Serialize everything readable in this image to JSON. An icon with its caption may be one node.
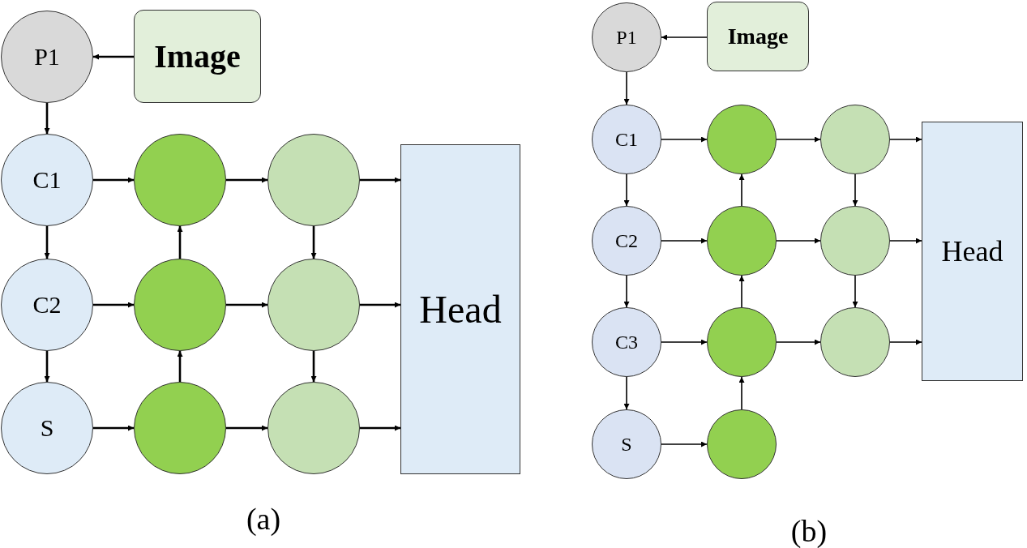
{
  "diagram": {
    "nodes": [
      {
        "text": [
          "P1"
        ]
      },
      {
        "text": [
          "Image"
        ]
      },
      {
        "text": [
          "C1"
        ]
      },
      {
        "text": [],
        "shape": "circle"
      },
      {
        "text": [],
        "shape": "circle"
      },
      {
        "text": [
          "Head"
        ]
      },
      {
        "text": [
          "C2"
        ]
      },
      {
        "text": [],
        "shape": "circle"
      },
      {
        "text": [],
        "shape": "circle"
      },
      {
        "text": [
          "S"
        ]
      },
      {
        "text": [],
        "shape": "circle"
      },
      {
        "text": [],
        "shape": "circle"
      },
      {
        "text": [
          "P1"
        ]
      },
      {
        "text": [
          "Image"
        ]
      },
      {
        "text": [
          "C1"
        ]
      },
      {
        "text": [],
        "shape": "circle"
      },
      {
        "text": [],
        "shape": "circle"
      },
      {
        "text": [
          "Head"
        ]
      },
      {
        "text": [
          "C2"
        ]
      },
      {
        "text": [],
        "shape": "circle"
      },
      {
        "text": [],
        "shape": "circle"
      },
      {
        "text": [
          "C3"
        ]
      },
      {
        "text": [],
        "shape": "circle"
      },
      {
        "text": [],
        "shape": "circle"
      },
      {
        "text": [
          "S"
        ]
      },
      {
        "text": [],
        "shape": "circle"
      }
    ],
    "edges": [
      {
        "from": 1,
        "to": 0,
        "arrow": "to"
      },
      {
        "from": 0,
        "to": 2,
        "arrow": "to"
      },
      {
        "from": 2,
        "to": 6,
        "arrow": "to"
      },
      {
        "from": 6,
        "to": 9,
        "arrow": "to"
      },
      {
        "from": 2,
        "to": 3,
        "arrow": "to"
      },
      {
        "from": 6,
        "to": 7,
        "arrow": "to"
      },
      {
        "from": 9,
        "to": 10,
        "arrow": "to"
      },
      {
        "from": 10,
        "to": 7,
        "arrow": "to"
      },
      {
        "from": 7,
        "to": 3,
        "arrow": "to"
      },
      {
        "from": 3,
        "to": 4,
        "arrow": "to"
      },
      {
        "from": 7,
        "to": 8,
        "arrow": "to"
      },
      {
        "from": 10,
        "to": 11,
        "arrow": "to"
      },
      {
        "from": 4,
        "to": 8,
        "arrow": "to"
      },
      {
        "from": 8,
        "to": 11,
        "arrow": "to"
      },
      {
        "from": 4,
        "to": 5,
        "arrow": "to"
      },
      {
        "from": 8,
        "to": 5,
        "arrow": "to"
      },
      {
        "from": 11,
        "to": 5,
        "arrow": "to"
      },
      {
        "from": 13,
        "to": 12,
        "arrow": "to"
      },
      {
        "from": 12,
        "to": 14,
        "arrow": "to"
      },
      {
        "from": 14,
        "to": 18,
        "arrow": "to"
      },
      {
        "from": 18,
        "to": 21,
        "arrow": "to"
      },
      {
        "from": 21,
        "to": 24,
        "arrow": "to"
      },
      {
        "from": 14,
        "to": 15,
        "arrow": "to"
      },
      {
        "from": 18,
        "to": 19,
        "arrow": "to"
      },
      {
        "from": 21,
        "to": 22,
        "arrow": "to"
      },
      {
        "from": 24,
        "to": 25,
        "arrow": "to"
      },
      {
        "from": 25,
        "to": 22,
        "arrow": "to"
      },
      {
        "from": 22,
        "to": 19,
        "arrow": "to"
      },
      {
        "from": 19,
        "to": 15,
        "arrow": "to"
      },
      {
        "from": 15,
        "to": 16,
        "arrow": "to"
      },
      {
        "from": 19,
        "to": 20,
        "arrow": "to"
      },
      {
        "from": 22,
        "to": 23,
        "arrow": "to"
      },
      {
        "from": 16,
        "to": 20,
        "arrow": "to"
      },
      {
        "from": 20,
        "to": 23,
        "arrow": "to"
      },
      {
        "from": 16,
        "to": 17,
        "arrow": "to"
      },
      {
        "from": 20,
        "to": 17,
        "arrow": "to"
      },
      {
        "from": 23,
        "to": 17,
        "arrow": "to"
      }
    ],
    "labels": [
      "(a)",
      "(b)"
    ]
  }
}
